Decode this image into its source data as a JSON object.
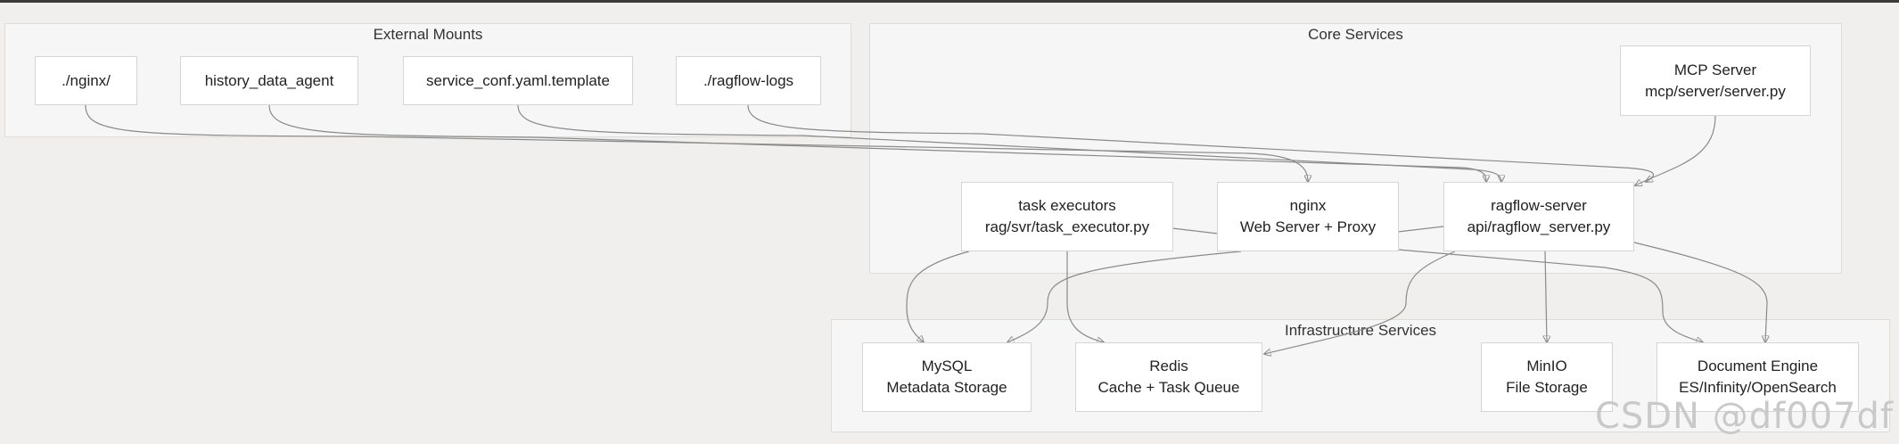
{
  "clusters": {
    "external": {
      "title": "External Mounts"
    },
    "core": {
      "title": "Core Services"
    },
    "infra": {
      "title": "Infrastructure Services"
    }
  },
  "nodes": {
    "nginx_mount": {
      "line1": "./nginx/"
    },
    "history": {
      "line1": "history_data_agent"
    },
    "service_conf": {
      "line1": "service_conf.yaml.template"
    },
    "logs": {
      "line1": "./ragflow-logs"
    },
    "mcp": {
      "line1": "MCP Server",
      "line2": "mcp/server/server.py"
    },
    "task": {
      "line1": "task executors",
      "line2": "rag/svr/task_executor.py"
    },
    "nginx": {
      "line1": "nginx",
      "line2": "Web Server + Proxy"
    },
    "ragflow": {
      "line1": "ragflow-server",
      "line2": "api/ragflow_server.py"
    },
    "mysql": {
      "line1": "MySQL",
      "line2": "Metadata Storage"
    },
    "redis": {
      "line1": "Redis",
      "line2": "Cache + Task Queue"
    },
    "minio": {
      "line1": "MinIO",
      "line2": "File Storage"
    },
    "docengine": {
      "line1": "Document Engine",
      "line2": "ES/Infinity/OpenSearch"
    }
  },
  "watermark": "CSDN @df007df",
  "colors": {
    "background": "#f0efed",
    "cluster": "#f6f6f6",
    "edge": "#8a8a8a"
  }
}
